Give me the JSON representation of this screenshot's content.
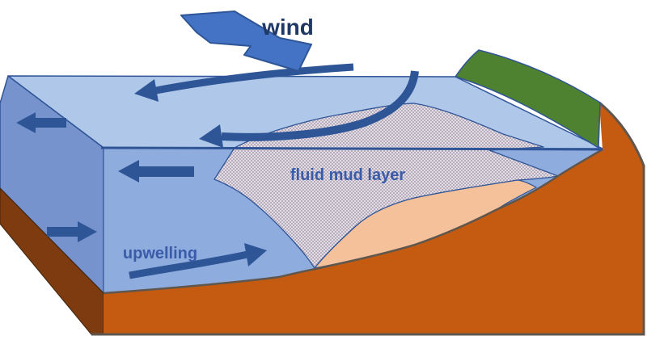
{
  "labels": {
    "wind": "wind",
    "fluid_mud": "fluid mud layer",
    "upwelling": "upwelling"
  },
  "colors": {
    "sea_surface": "#AFC7E8",
    "left_face": "#7693CE",
    "front_face": "#8FACDE",
    "arrow_blue": "#2E5697",
    "wind_arrow_fill": "#4472C4",
    "outline_blue": "#2F5597",
    "land_green": "#4E8231",
    "seafloor_orange": "#C55A11",
    "seafloor_dark_brown": "#7E3B10",
    "brown_edge": "#4A2A0E",
    "sediment_peach": "#F5C19B",
    "mud_base": "#E3DEE6",
    "mud_dot": "#B7ACBB",
    "ground_line": "#5F564D",
    "wind_text": "#1F3864",
    "label_text": "#3A5CA8"
  }
}
